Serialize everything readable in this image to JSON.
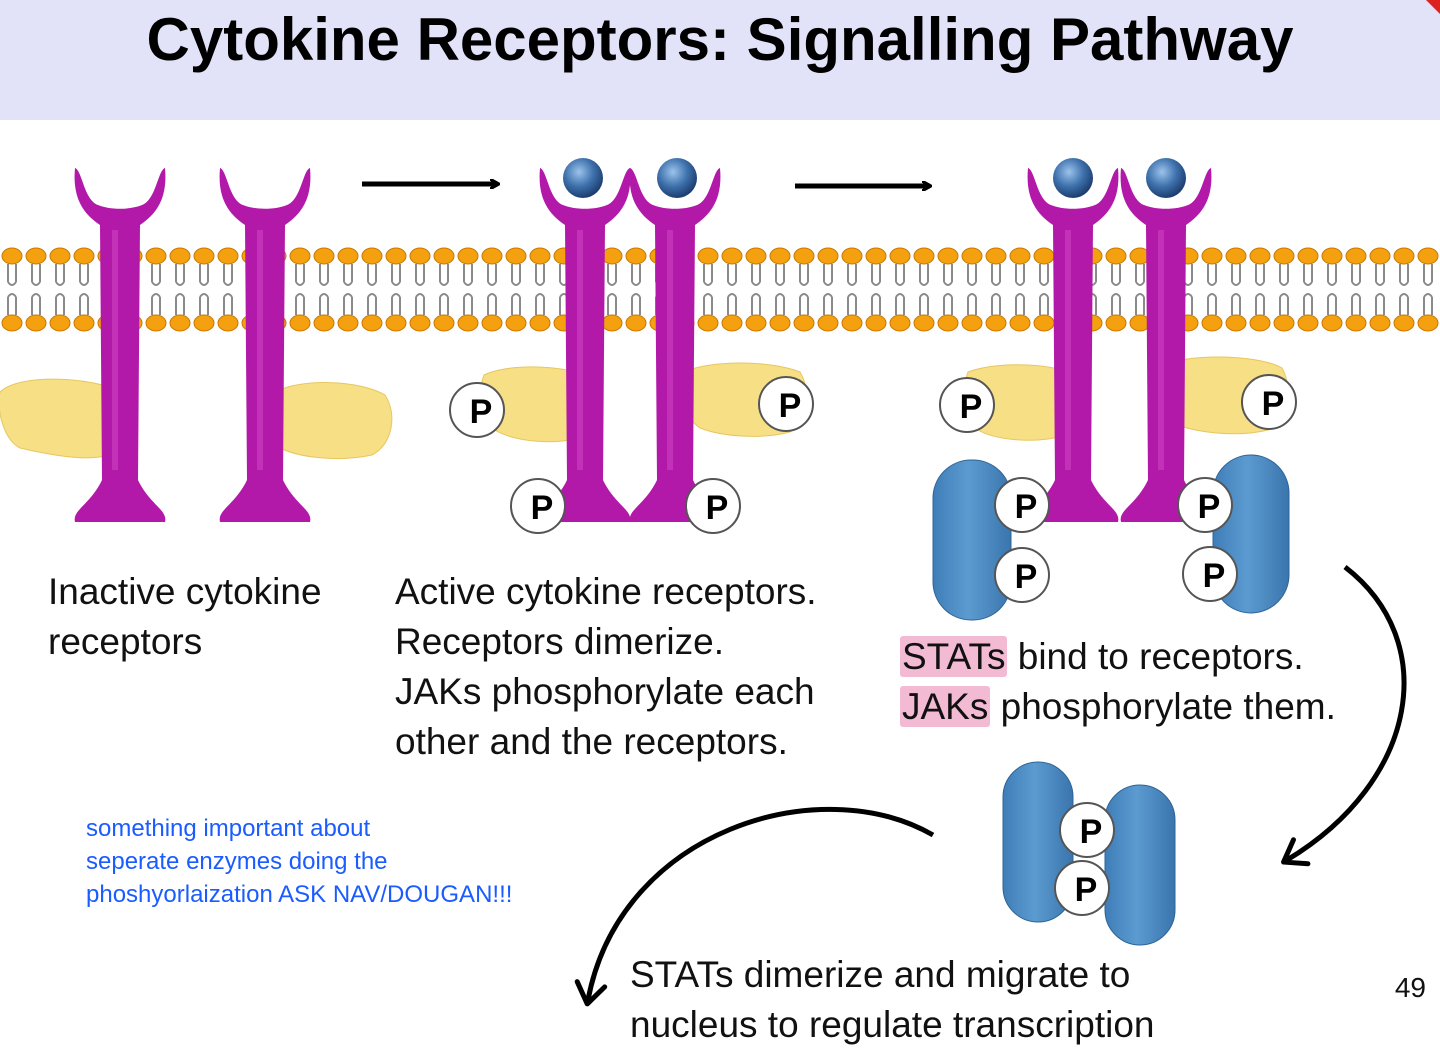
{
  "slide": {
    "title": "Cytokine Receptors: Signalling Pathway",
    "number": "49"
  },
  "phospho_label": "P",
  "captions": {
    "inactive": [
      "Inactive cytokine",
      "receptors"
    ],
    "active": [
      "Active cytokine receptors.",
      "Receptors dimerize.",
      "JAKs phosphorylate each",
      "other and the receptors."
    ],
    "stats_bind": {
      "line1_highlight": "STATs",
      "line1_rest": " bind to receptors.",
      "line2_highlight": "JAKs",
      "line2_rest": " phosphorylate them."
    },
    "stats_dimerize": [
      "STATs dimerize and migrate to",
      "nucleus to regulate transcription"
    ]
  },
  "note": [
    "something important about",
    "seperate enzymes doing the",
    "phoshyorlaization ASK NAV/DOUGAN!!!"
  ],
  "colors": {
    "title_band": "#e2e2f8",
    "receptor": "#b319a8",
    "jak": "#f7df85",
    "stat": "#4f8fc4",
    "cytokine": "#2d5d98",
    "lipid_head": "#f5a00f",
    "highlight": "#e882af",
    "note_text": "#1a5cff"
  }
}
